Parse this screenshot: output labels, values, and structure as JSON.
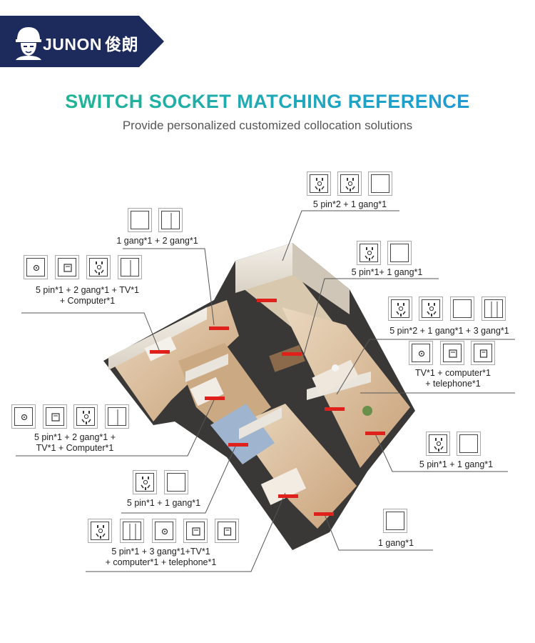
{
  "brand": {
    "name": "JUNON",
    "name_cn": "俊朗",
    "banner_color": "#1c2a5c"
  },
  "title": "SWITCH SOCKET MATCHING REFERENCE",
  "subtitle": "Provide personalized customized collocation solutions",
  "colors": {
    "title_start": "#21b98a",
    "title_end": "#2a8fd4",
    "marker": "#e0201a",
    "line": "#555555"
  },
  "configs": [
    {
      "id": "c1",
      "lines": [
        "5 pin*2 + 1 gang*1"
      ],
      "items": [
        "socket",
        "socket",
        "gang1"
      ]
    },
    {
      "id": "c2",
      "lines": [
        "1 gang*1 + 2 gang*1"
      ],
      "items": [
        "gang1",
        "gang2"
      ]
    },
    {
      "id": "c3",
      "lines": [
        "5 pin*1+ 1 gang*1"
      ],
      "items": [
        "socket",
        "gang1"
      ]
    },
    {
      "id": "c4",
      "lines": [
        "5 pin*1 + 2 gang*1 + TV*1",
        "+ Computer*1"
      ],
      "items": [
        "tv",
        "computer",
        "socket",
        "gang2"
      ]
    },
    {
      "id": "c5",
      "lines": [
        "5 pin*2 + 1 gang*1 + 3 gang*1"
      ],
      "items": [
        "socket",
        "socket",
        "gang1",
        "gang3"
      ]
    },
    {
      "id": "c6",
      "lines": [
        "TV*1 + computer*1",
        "+ telephone*1"
      ],
      "items": [
        "tv",
        "computer",
        "phone"
      ]
    },
    {
      "id": "c7",
      "lines": [
        "5 pin*1 + 2 gang*1 +",
        "TV*1 + Computer*1"
      ],
      "items": [
        "tv",
        "computer",
        "socket",
        "gang2"
      ]
    },
    {
      "id": "c8",
      "lines": [
        "5 pin*1 + 1 gang*1"
      ],
      "items": [
        "socket",
        "gang1"
      ]
    },
    {
      "id": "c9",
      "lines": [
        "5 pin*1 + 1 gang*1"
      ],
      "items": [
        "socket",
        "gang1"
      ]
    },
    {
      "id": "c10",
      "lines": [
        "5 pin*1 + 3 gang*1+TV*1",
        "+ computer*1 + telephone*1"
      ],
      "items": [
        "socket",
        "gang3",
        "tv",
        "computer",
        "phone"
      ]
    },
    {
      "id": "c11",
      "lines": [
        "1 gang*1"
      ],
      "items": [
        "gang1"
      ]
    }
  ]
}
